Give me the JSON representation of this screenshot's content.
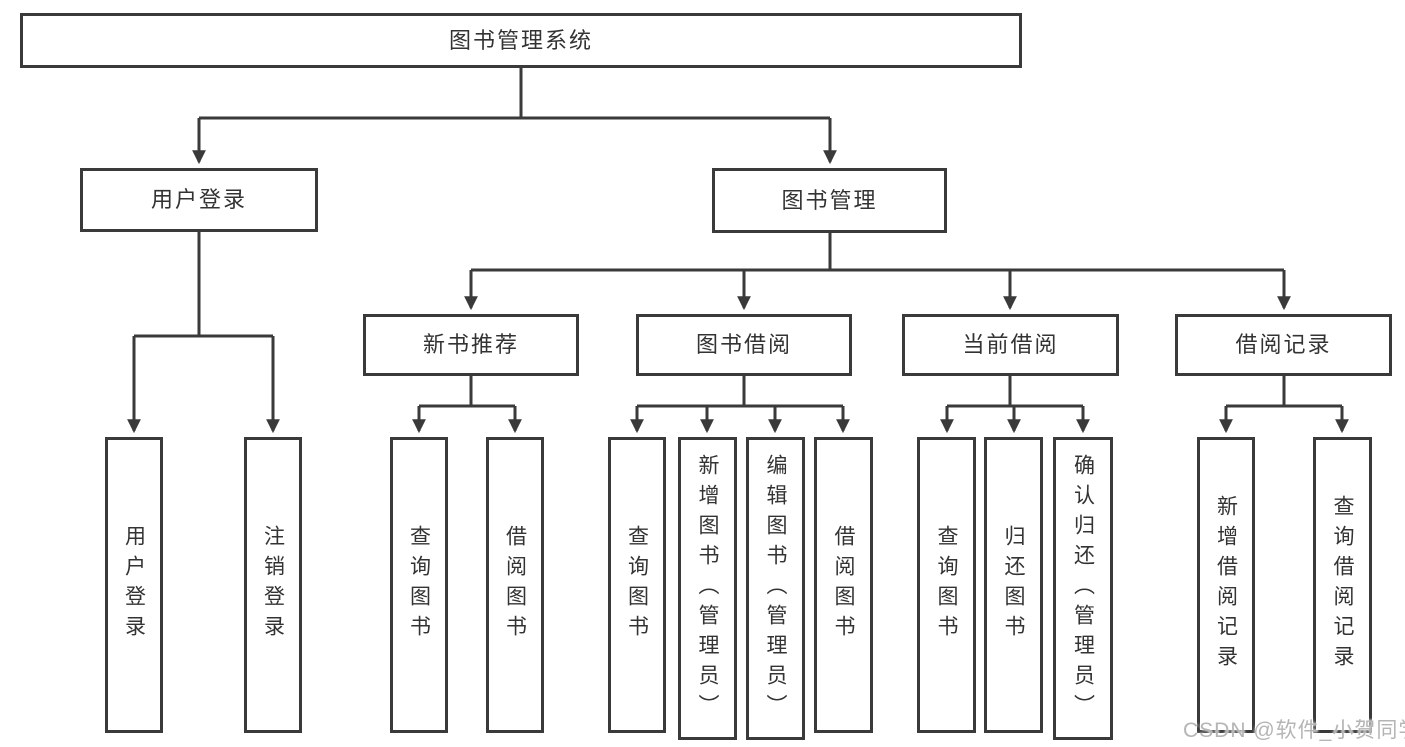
{
  "tree": {
    "label": "图书管理系统",
    "children": [
      {
        "label": "用户登录",
        "children": [
          {
            "label": "用户登录"
          },
          {
            "label": "注销登录"
          }
        ]
      },
      {
        "label": "图书管理",
        "children": [
          {
            "label": "新书推荐",
            "children": [
              {
                "label": "查询图书"
              },
              {
                "label": "借阅图书"
              }
            ]
          },
          {
            "label": "图书借阅",
            "children": [
              {
                "label": "查询图书"
              },
              {
                "label": "新增图书（管理员）"
              },
              {
                "label": "编辑图书（管理员）"
              },
              {
                "label": "借阅图书"
              }
            ]
          },
          {
            "label": "当前借阅",
            "children": [
              {
                "label": "查询图书"
              },
              {
                "label": "归还图书"
              },
              {
                "label": "确认归还（管理员）"
              }
            ]
          },
          {
            "label": "借阅记录",
            "children": [
              {
                "label": "新增借阅记录"
              },
              {
                "label": "查询借阅记录"
              }
            ]
          }
        ]
      }
    ]
  },
  "watermark": "CSDN @软件_小贺同学",
  "colors": {
    "line": "#3a3a3a",
    "text": "#333333",
    "background": "#ffffff",
    "watermark": "#b5b5b5"
  }
}
